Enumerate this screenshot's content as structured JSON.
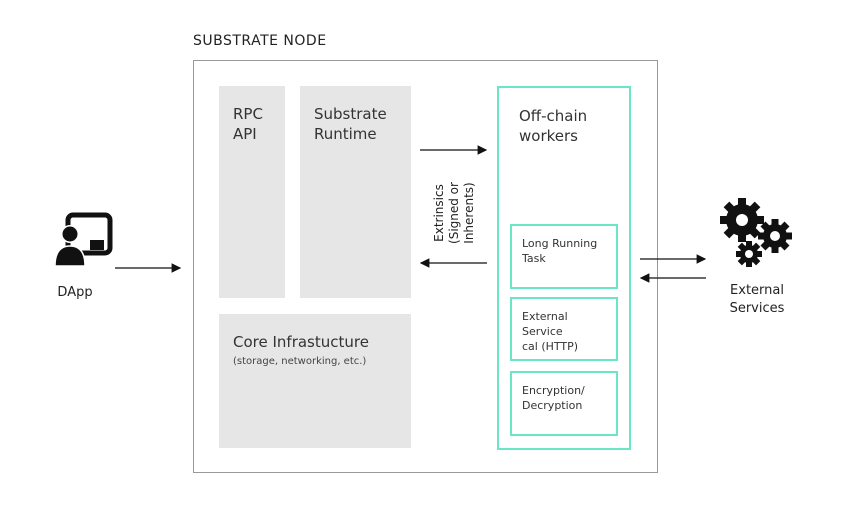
{
  "title": "SUBSTRATE NODE",
  "blocks": {
    "rpc": "RPC\nAPI",
    "runtime": "Substrate\nRuntime",
    "core_title": "Core Infrastucture",
    "core_sub": "(storage, networking, etc.)",
    "offchain": "Off-chain\nworkers",
    "tasks": [
      "Long Running\nTask",
      "External\nService\ncal (HTTP)",
      "Encryption/\nDecryption"
    ]
  },
  "extrinsics_label": "Extrinsics\n(Signed or\nInherents)",
  "dapp_label": "DApp",
  "external_label": "External\nServices",
  "colors": {
    "accent": "#6ae6c6",
    "block": "#e6e6e6"
  }
}
